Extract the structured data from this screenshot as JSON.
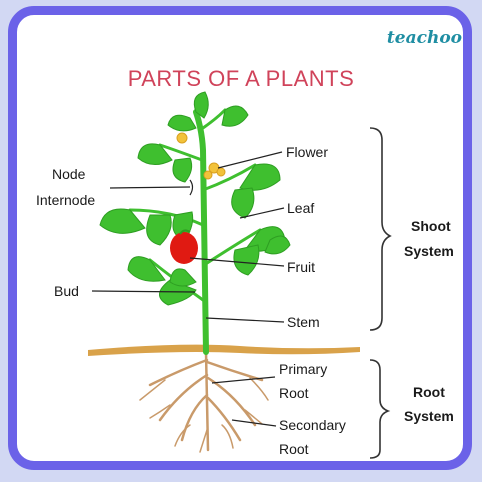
{
  "brand": "teachoo",
  "title": "PARTS OF A PLANTS",
  "labels": {
    "node": "Node",
    "internode": "Internode",
    "bud": "Bud",
    "flower": "Flower",
    "leaf": "Leaf",
    "fruit": "Fruit",
    "stem": "Stem",
    "primary_root_1": "Primary",
    "primary_root_2": "Root",
    "secondary_root_1": "Secondary",
    "secondary_root_2": "Root"
  },
  "systems": {
    "shoot_1": "Shoot",
    "shoot_2": "System",
    "root_1": "Root",
    "root_2": "System"
  },
  "colors": {
    "frame": "#6b62e8",
    "title": "#d0435a",
    "brand": "#1f8ea3",
    "leaf": "#3fbf2f",
    "fruit": "#e01a12",
    "soil": "#d9a24a",
    "root": "#c99a6a"
  }
}
